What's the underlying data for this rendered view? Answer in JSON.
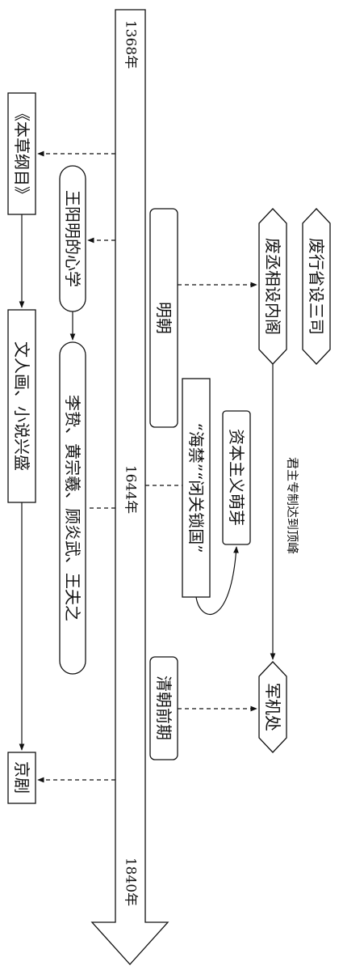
{
  "timeline": {
    "years": [
      "1368年",
      "1644年",
      "1840年"
    ]
  },
  "periods": {
    "ming": "明朝",
    "qing_early": "清朝前期"
  },
  "culture": {
    "bencao": "《本草纲目》",
    "wenrenhua": "文人画、小说兴盛",
    "jingju": "京剧",
    "wangyangming": "王阳明的心学",
    "thinkers": "李贽、黄宗羲、顾炎武、王夫之"
  },
  "economy": {
    "haijin": "“海禁”“闭关锁国”",
    "capitalism": "资本主义萌芽"
  },
  "politics": {
    "feixing": "废行省设三司",
    "feicheng": "废丞相设内阁",
    "peak": "君主专制达到顶峰",
    "junjichu": "军机处"
  }
}
